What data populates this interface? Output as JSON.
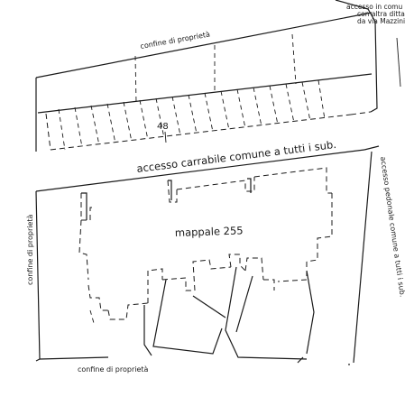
{
  "labels": {
    "top_boundary": "confine di proprietà",
    "left_boundary": "confine di proprietà",
    "bottom_boundary": "confine di proprietà",
    "access_common_line1": "accesso in comu",
    "access_common_line2": "con altra ditta",
    "access_common_line3": "da via Mazzini",
    "parking_number": "48",
    "driveway": "accesso carrabile comune a tutti i sub.",
    "parcel": "mappale 255",
    "pedestrian_access": "accesso pedonale comune a tutti i sub."
  }
}
